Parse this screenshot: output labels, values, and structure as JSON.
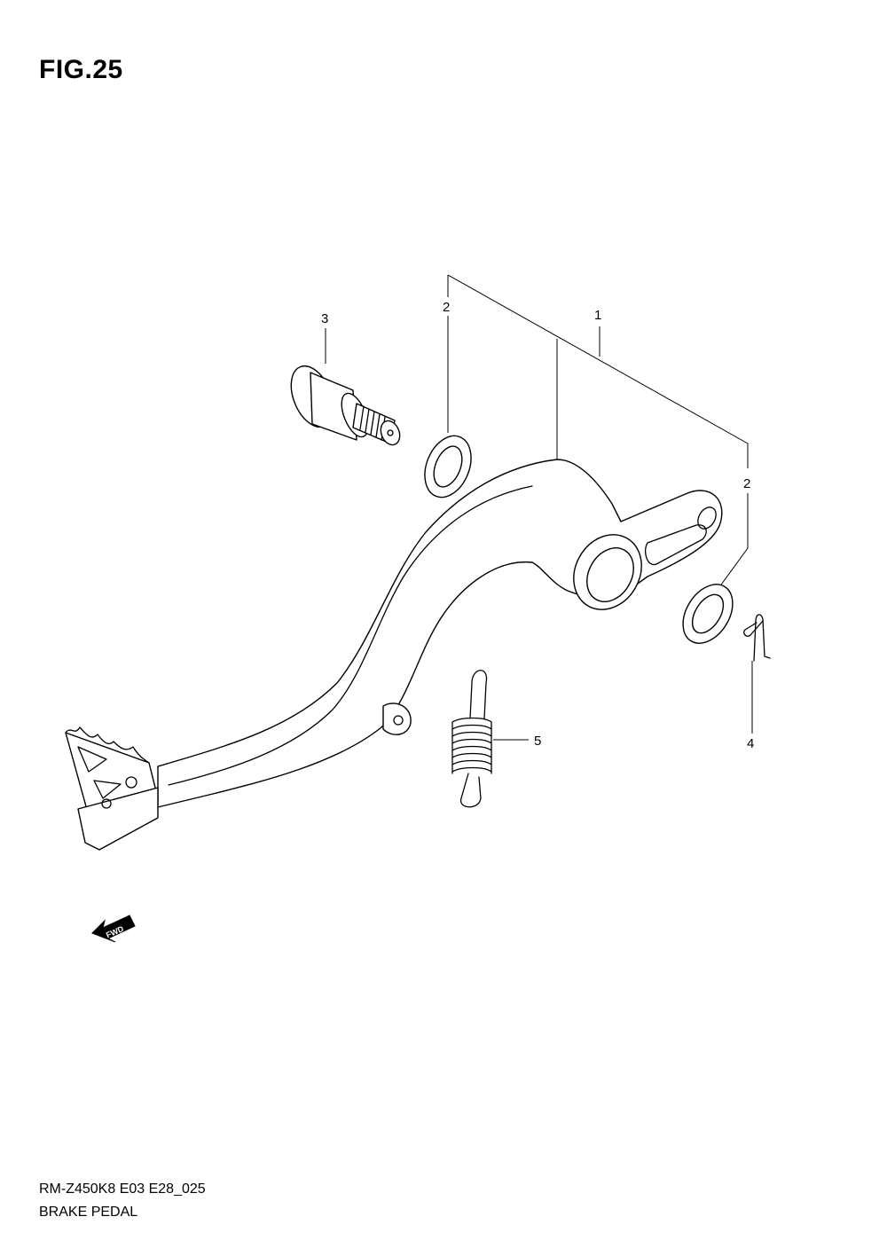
{
  "figure": {
    "title": "FIG.25"
  },
  "callouts": {
    "c1": "1",
    "c2a": "2",
    "c2b": "2",
    "c3": "3",
    "c4": "4",
    "c5": "5"
  },
  "fwd_label": "FWD",
  "footer": {
    "code": "RM-Z450K8 E03 E28_025",
    "name": "BRAKE PEDAL"
  }
}
